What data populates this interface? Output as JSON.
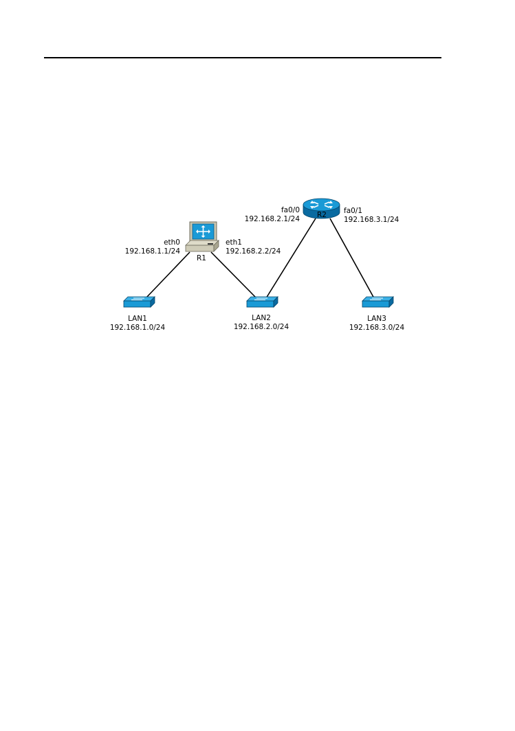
{
  "nodes": {
    "r1": {
      "name": "R1",
      "if_left_name": "eth0",
      "if_left_ip": "192.168.1.1/24",
      "if_right_name": "eth1",
      "if_right_ip": "192.168.2.2/24",
      "icon": "pc-router-icon"
    },
    "r2": {
      "name": "R2",
      "if_left_name": "fa0/0",
      "if_left_ip": "192.168.2.1/24",
      "if_right_name": "fa0/1",
      "if_right_ip": "192.168.3.1/24",
      "icon": "router-icon"
    },
    "lan1": {
      "name": "LAN1",
      "subnet": "192.168.1.0/24",
      "icon": "switch-icon"
    },
    "lan2": {
      "name": "LAN2",
      "subnet": "192.168.2.0/24",
      "icon": "switch-icon"
    },
    "lan3": {
      "name": "LAN3",
      "subnet": "192.168.3.0/24",
      "icon": "switch-icon"
    }
  },
  "links": [
    {
      "from": "R1",
      "to": "LAN1"
    },
    {
      "from": "R1",
      "to": "LAN2"
    },
    {
      "from": "R2",
      "to": "LAN2"
    },
    {
      "from": "R2",
      "to": "LAN3"
    }
  ],
  "colors": {
    "device_blue": "#1a9ad6",
    "device_blue_dark": "#0a6aa0",
    "pc_beige": "#d9d6c4",
    "link": "#000000"
  }
}
